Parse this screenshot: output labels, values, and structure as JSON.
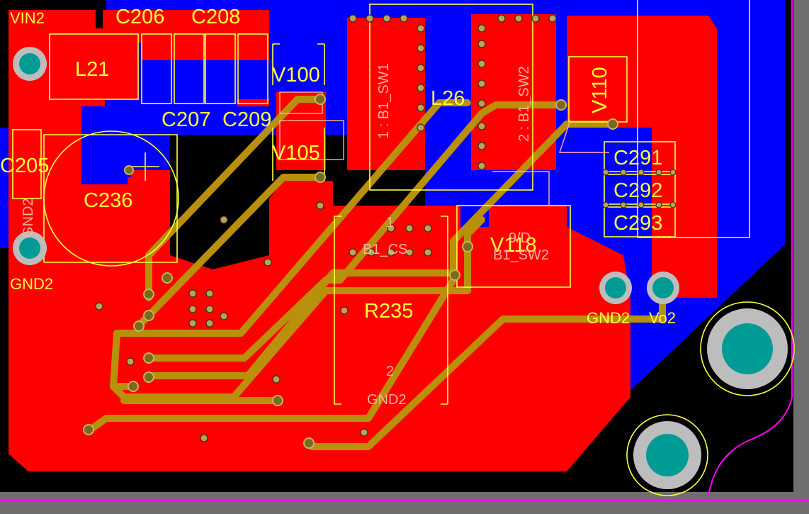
{
  "colors": {
    "board_background": "#000000",
    "outer_frame": "#6e6e6e",
    "top_copper": "#ff0000",
    "bottom_copper": "#0000ff",
    "trace": "#b8900c",
    "silkscreen": "#ffff3c",
    "pad_core": "#009b95",
    "pad_ring": "#bdbdbd",
    "board_outline": "#ff00ff"
  },
  "silkscreen_labels": {
    "vin2": "VIN2",
    "c206": "C206",
    "c208": "C208",
    "l21": "L21",
    "v100": "V100",
    "c207": "C207",
    "c209": "C209",
    "v105": "V105",
    "c205": "C205",
    "c236": "C236",
    "gnd2_vertical": "GND2",
    "gnd2_left": "GND2",
    "l26": "L26",
    "sw1": "1 : B1_SW1",
    "sw2": "2 : B1_SW2",
    "v110": "V110",
    "c291": "C291",
    "c292": "C292",
    "c293": "C293",
    "r235_pin1": "1",
    "r235_net1": "B1_CS",
    "r235": "R235",
    "r235_pin2": "2",
    "r235_net2": "GND2",
    "v118": "V118",
    "v118_pin": "9/D",
    "v118_net": "B1_SW2",
    "gnd2_right": "GND2",
    "vo2": "Vo2"
  }
}
